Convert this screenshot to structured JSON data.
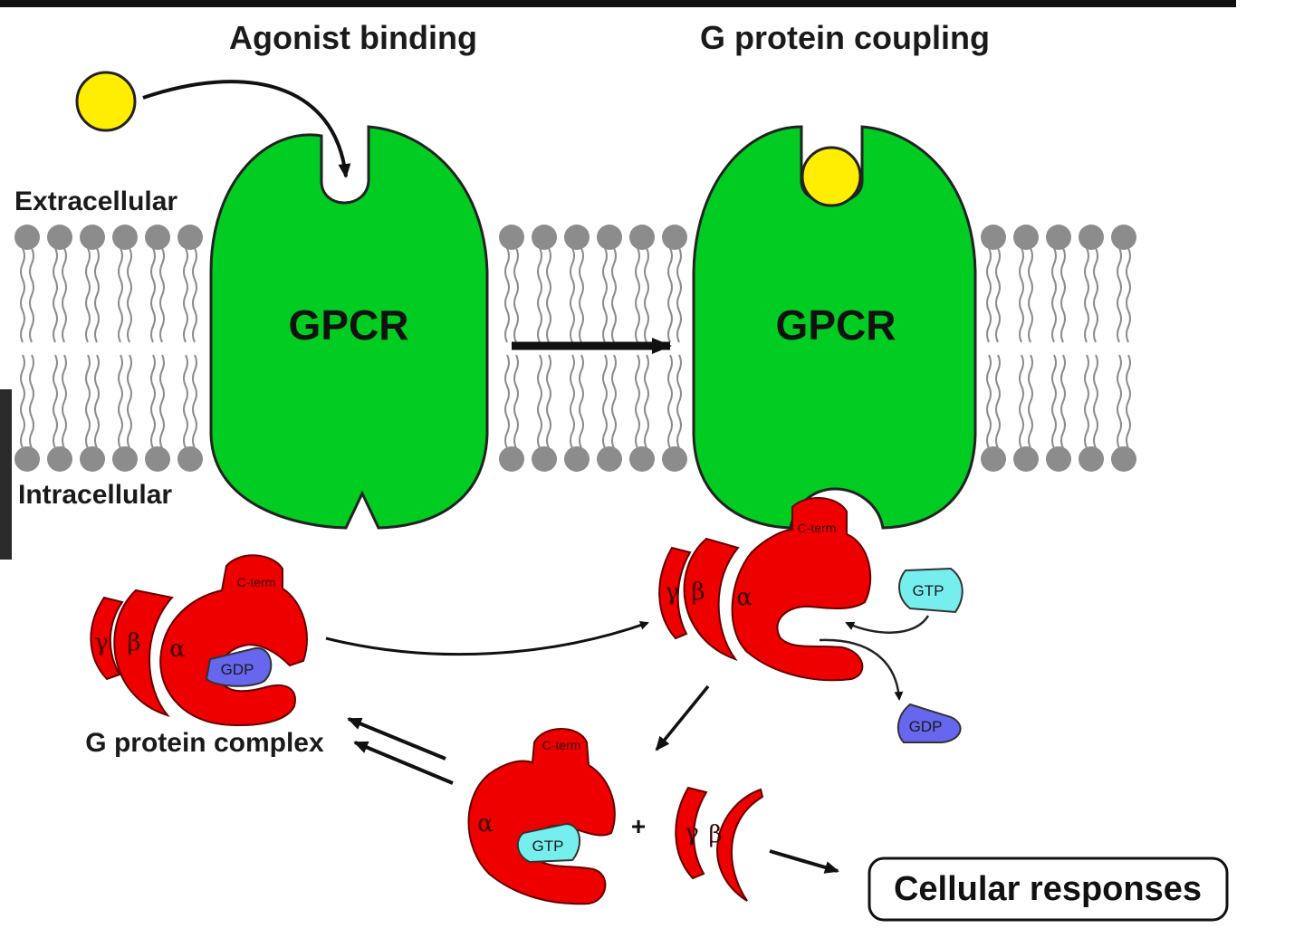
{
  "headings": {
    "agonist_binding": "Agonist binding",
    "g_protein_coupling": "G protein coupling"
  },
  "membrane": {
    "extracellular": "Extracellular",
    "intracellular": "Intracellular"
  },
  "receptor": {
    "label": "GPCR"
  },
  "subunits": {
    "alpha": "α",
    "beta": "β",
    "gamma": "γ",
    "c_term": "C-term"
  },
  "nucleotides": {
    "gdp": "GDP",
    "gtp": "GTP"
  },
  "labels": {
    "g_protein_complex": "G protein complex",
    "plus": "+",
    "cellular_responses": "Cellular responses"
  },
  "colors": {
    "gpcr_green": "#00cc22",
    "agonist_yellow": "#ffee00",
    "gprotein_red": "#ee0000",
    "gdp_blue": "#6666ee",
    "gtp_cyan": "#77eeee",
    "lipid_gray": "#8c8c8c"
  }
}
